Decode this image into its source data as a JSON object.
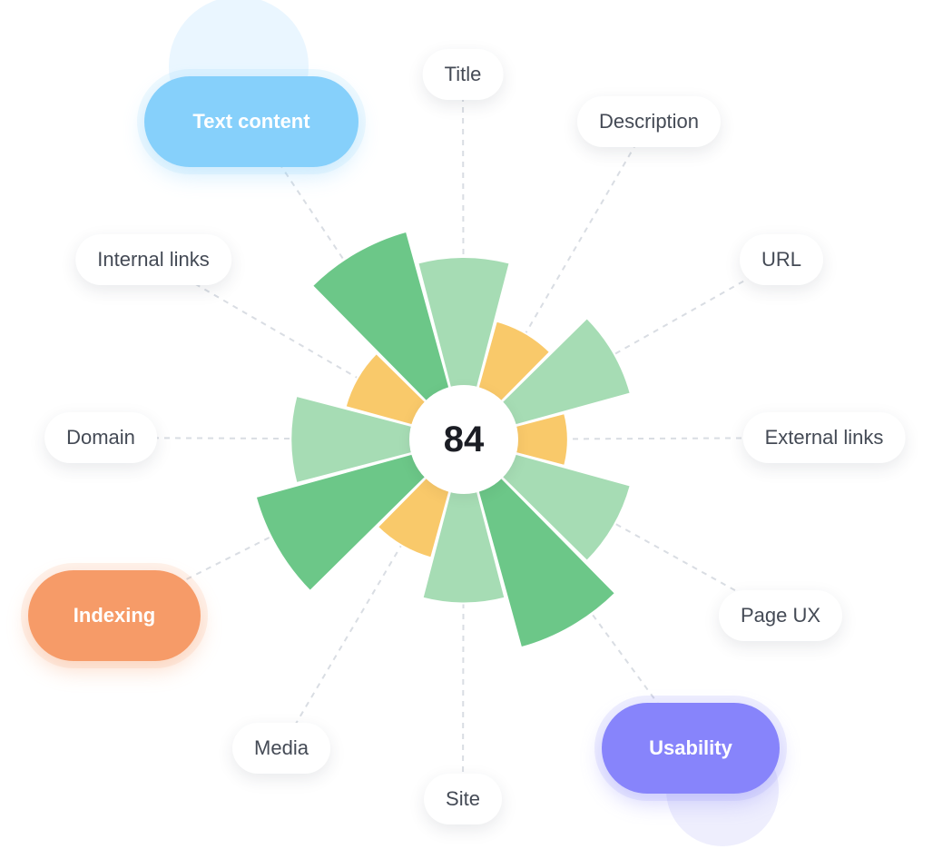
{
  "score": "84",
  "colors": {
    "dark_green": "#6cc788",
    "light_green": "#a6dcb4",
    "orange": "#f9c96a",
    "connector": "#d9dde3",
    "text_content_pill": "#86d0fb",
    "indexing_pill": "#f69b68",
    "usability_pill": "#8784fb"
  },
  "chart_data": {
    "type": "radial-bar",
    "title": "",
    "value_unit": "relative",
    "segments": [
      {
        "index": 0,
        "value": 0.98,
        "color": "light_green"
      },
      {
        "index": 1,
        "value": 0.66,
        "color": "orange"
      },
      {
        "index": 2,
        "value": 0.93,
        "color": "light_green"
      },
      {
        "index": 3,
        "value": 0.56,
        "color": "orange"
      },
      {
        "index": 4,
        "value": 0.93,
        "color": "light_green"
      },
      {
        "index": 5,
        "value": 1.16,
        "color": "dark_green"
      },
      {
        "index": 6,
        "value": 0.88,
        "color": "light_green"
      },
      {
        "index": 7,
        "value": 0.66,
        "color": "orange"
      },
      {
        "index": 8,
        "value": 1.16,
        "color": "dark_green"
      },
      {
        "index": 9,
        "value": 0.93,
        "color": "light_green"
      },
      {
        "index": 10,
        "value": 0.66,
        "color": "orange"
      },
      {
        "index": 11,
        "value": 1.16,
        "color": "dark_green"
      }
    ]
  },
  "labels": [
    {
      "text": "Title",
      "kind": "normal"
    },
    {
      "text": "Description",
      "kind": "normal"
    },
    {
      "text": "URL",
      "kind": "normal"
    },
    {
      "text": "External links",
      "kind": "normal"
    },
    {
      "text": "Page UX",
      "kind": "normal"
    },
    {
      "text": "Usability",
      "kind": "usability"
    },
    {
      "text": "Site",
      "kind": "normal"
    },
    {
      "text": "Media",
      "kind": "normal"
    },
    {
      "text": "Indexing",
      "kind": "indexing"
    },
    {
      "text": "Domain",
      "kind": "normal"
    },
    {
      "text": "Internal links",
      "kind": "normal"
    },
    {
      "text": "Text content",
      "kind": "text_content"
    }
  ]
}
